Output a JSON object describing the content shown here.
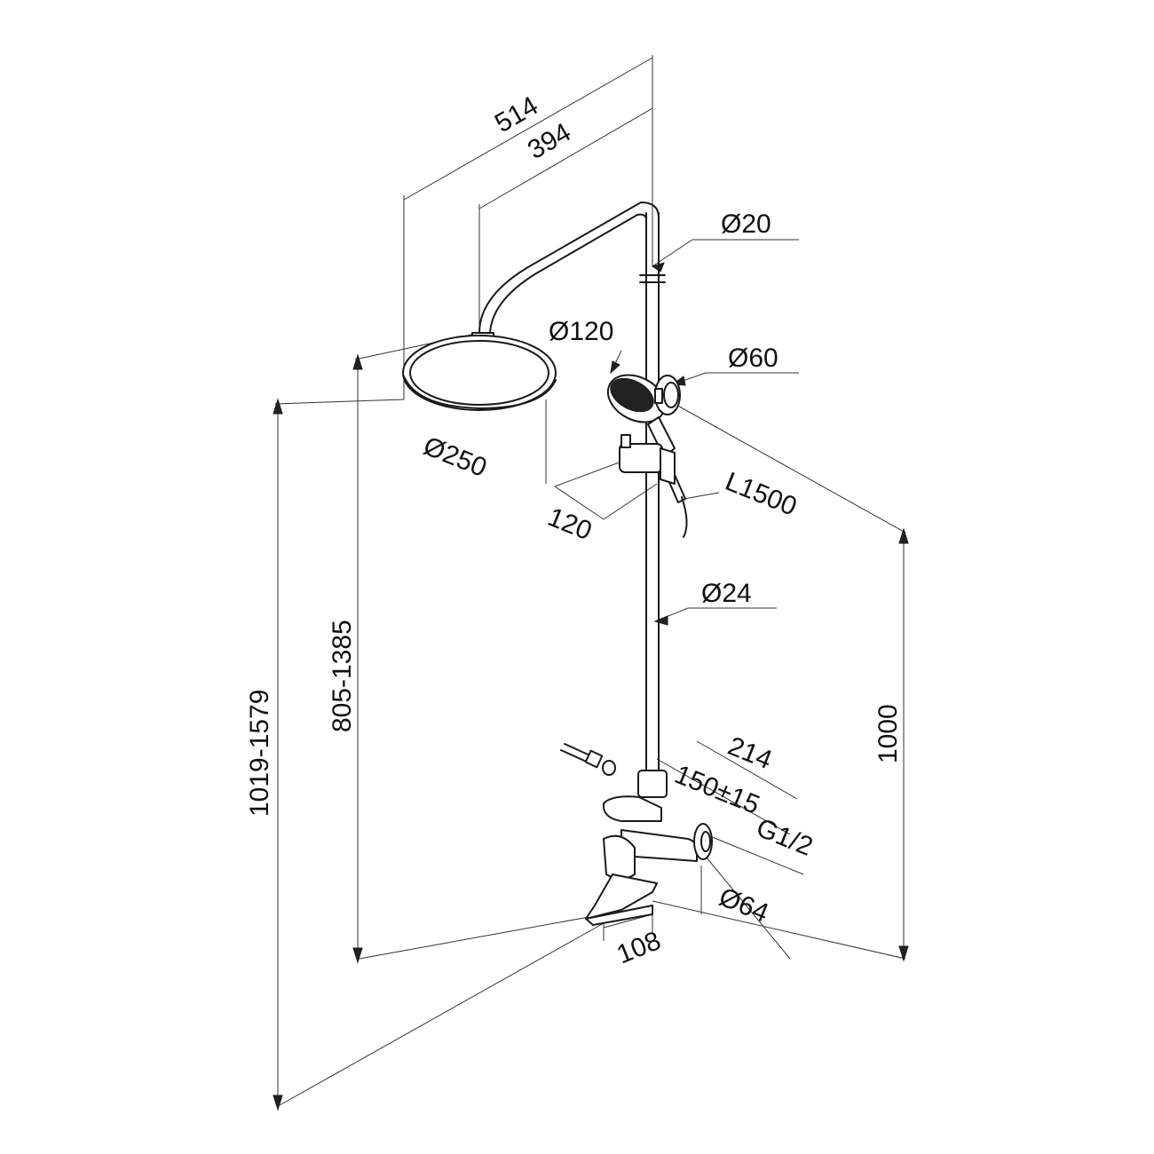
{
  "dimensions": {
    "d514": "514",
    "d394": "394",
    "d20": "Ø20",
    "d120_head": "Ø120",
    "d60": "Ø60",
    "d250": "Ø250",
    "d120": "120",
    "l1500": "L1500",
    "d24": "Ø24",
    "d1000": "1000",
    "d214": "214",
    "d150": "150±15",
    "g12": "G1/2",
    "d64": "Ø64",
    "d108": "108",
    "d805": "805-1385",
    "d1019": "1019-1579"
  }
}
